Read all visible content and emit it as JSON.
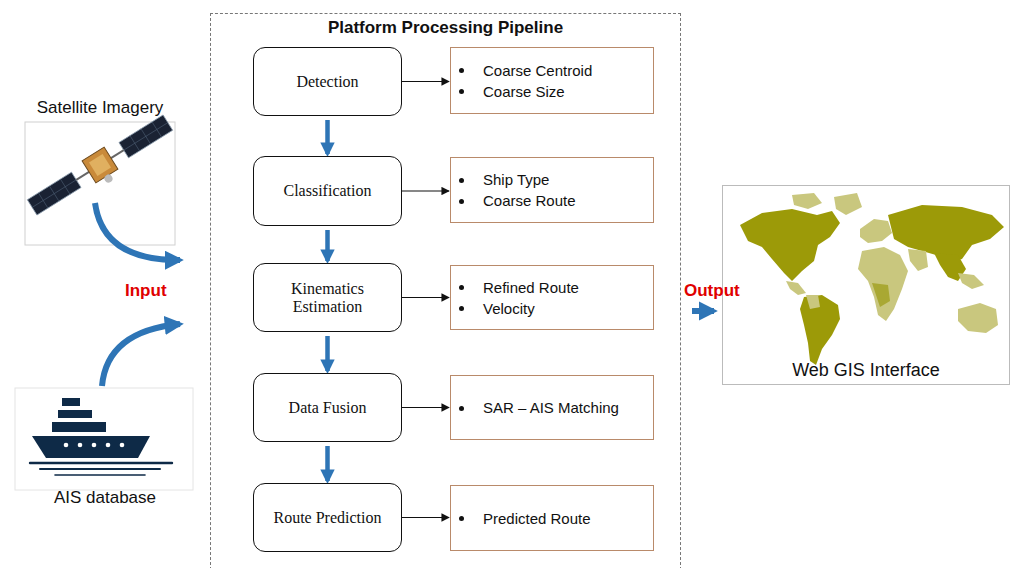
{
  "diagram": {
    "nodes": [
      {
        "text": [
          "Satellite Imagery"
        ]
      },
      {
        "text": [
          "AIS database"
        ]
      },
      {
        "text": [
          "Platform Processing Pipeline"
        ]
      },
      {
        "text": [
          "Detection"
        ],
        "in": 2
      },
      {
        "text": [
          "Coarse Centroid",
          "Coarse Size"
        ],
        "in": 2
      },
      {
        "text": [
          "Classification"
        ],
        "in": 2
      },
      {
        "text": [
          "Ship Type",
          "Coarse Route"
        ],
        "in": 2
      },
      {
        "text": [
          "Kinematics Estimation"
        ],
        "in": 2
      },
      {
        "text": [
          "Refined Route",
          "Velocity"
        ],
        "in": 2
      },
      {
        "text": [
          "Data Fusion"
        ],
        "in": 2
      },
      {
        "text": [
          "SAR – AIS Matching"
        ],
        "in": 2
      },
      {
        "text": [
          "Route Prediction"
        ],
        "in": 2
      },
      {
        "text": [
          "Predicted Route"
        ],
        "in": 2
      },
      {
        "text": [
          "Web GIS Interface"
        ]
      }
    ],
    "edges": [
      {
        "from": 0,
        "to": 2,
        "arrow": "to"
      },
      {
        "from": 1,
        "to": 2,
        "arrow": "to"
      },
      {
        "from": 3,
        "to": 4,
        "arrow": "to"
      },
      {
        "from": 3,
        "to": 5,
        "arrow": "to"
      },
      {
        "from": 5,
        "to": 6,
        "arrow": "to"
      },
      {
        "from": 5,
        "to": 7,
        "arrow": "to"
      },
      {
        "from": 7,
        "to": 8,
        "arrow": "to"
      },
      {
        "from": 7,
        "to": 9,
        "arrow": "to"
      },
      {
        "from": 9,
        "to": 10,
        "arrow": "to"
      },
      {
        "from": 9,
        "to": 11,
        "arrow": "to"
      },
      {
        "from": 11,
        "to": 12,
        "arrow": "to"
      },
      {
        "from": 2,
        "to": 13,
        "arrow": "to"
      }
    ],
    "labels": [
      "Input",
      "Output"
    ]
  }
}
